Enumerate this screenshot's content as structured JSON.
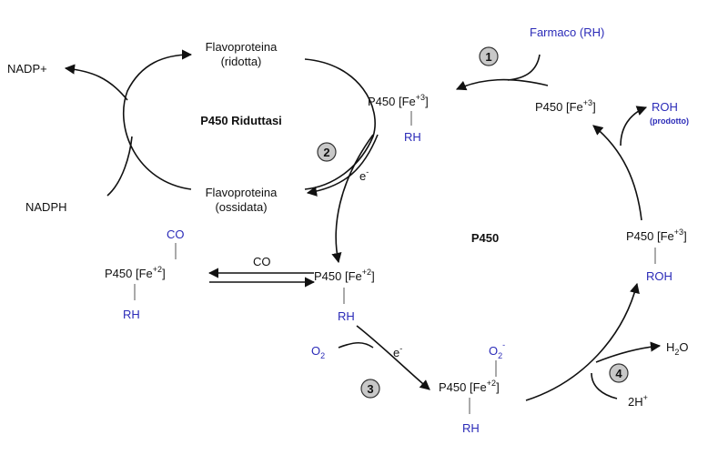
{
  "diagram": {
    "cycle_title": "P450",
    "reductase_title": "P450 Riduttasi",
    "steps": [
      "1",
      "2",
      "3",
      "4"
    ],
    "flavo_reduced": [
      "Flavoproteina",
      "(ridotta)"
    ],
    "flavo_oxidized": [
      "Flavoproteina",
      "(ossidata)"
    ],
    "nadp_plus": "NADP+",
    "nadph": "NADPH",
    "drug": "Farmaco (RH)",
    "p450": "P450",
    "fe3_open": "[Fe",
    "fe3_sup": "+3",
    "fe2_sup": "+2",
    "fe_close": "]",
    "rh": "RH",
    "roh": "ROH",
    "roh_product": "ROH",
    "product_note": "(prodotto)",
    "co": "CO",
    "electron": "e",
    "electron_sup": "-",
    "o2": "O",
    "o2_sub": "2",
    "o2_radical_sup": "-",
    "h2o_h": "H",
    "h2o_sub": "2",
    "h2o_o": "O",
    "protons": "2H",
    "protons_sup": "+",
    "colors": {
      "substituent": "#2b2bb8",
      "badge_fill": "#c8c8c8",
      "text": "#111111"
    }
  }
}
